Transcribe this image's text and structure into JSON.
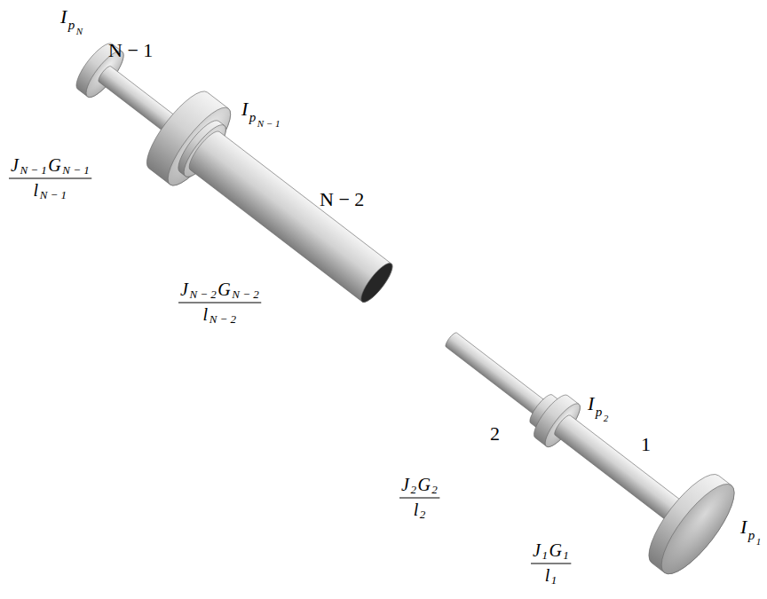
{
  "diagram": {
    "labels": [
      "I",
      "p",
      "N",
      "N − 1",
      "I",
      "p",
      "N − 1",
      "J",
      "N − 1",
      "G",
      "N − 1",
      "l",
      "N − 1",
      "N − 2",
      "J",
      "N − 2",
      "G",
      "N − 2",
      "l",
      "N − 2",
      "2",
      "I",
      "p",
      "2",
      "J",
      "2",
      "G",
      "2",
      "l",
      "2",
      "1",
      "J",
      "1",
      "G",
      "1",
      "l",
      "1",
      "I",
      "p",
      "1"
    ]
  }
}
